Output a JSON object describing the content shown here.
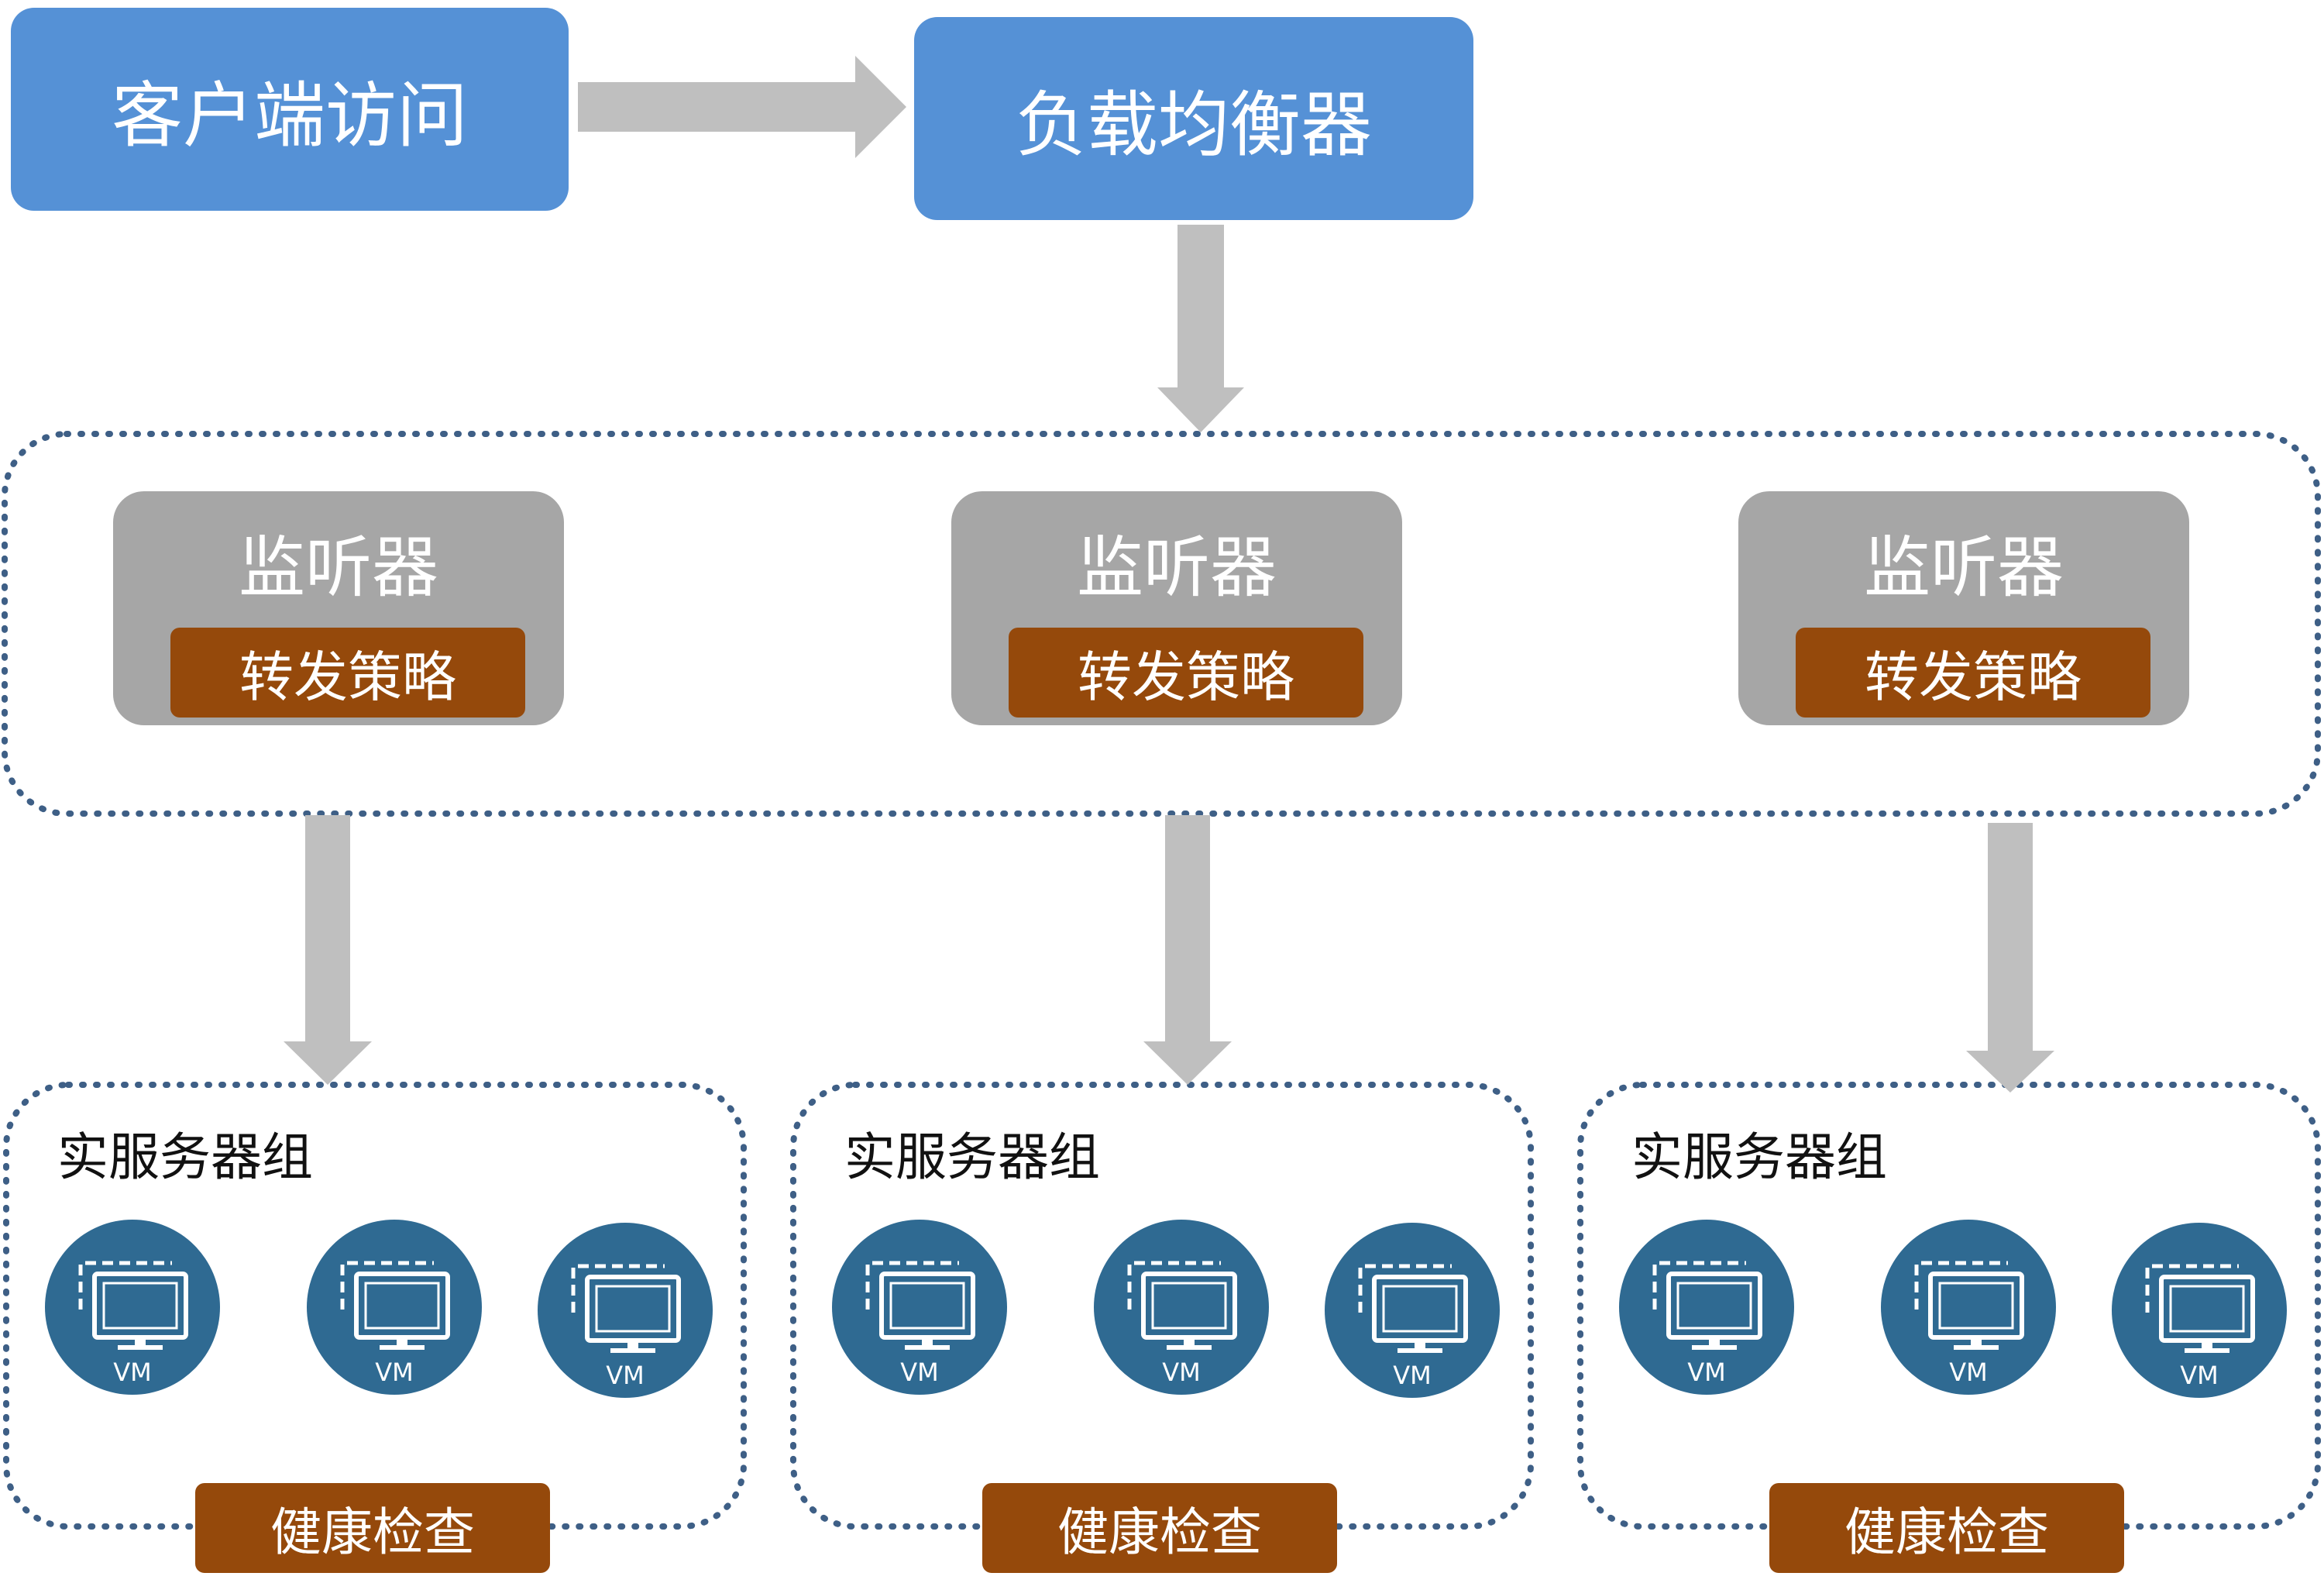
{
  "client": {
    "label": "客户端访问"
  },
  "load_balancer": {
    "label": "负载均衡器"
  },
  "listeners": [
    {
      "title": "监听器",
      "policy": "转发策略"
    },
    {
      "title": "监听器",
      "policy": "转发策略"
    },
    {
      "title": "监听器",
      "policy": "转发策略"
    }
  ],
  "server_groups": [
    {
      "title": "实服务器组",
      "health_check": "健康检查",
      "vms": [
        "VM",
        "VM",
        "VM"
      ]
    },
    {
      "title": "实服务器组",
      "health_check": "健康检查",
      "vms": [
        "VM",
        "VM",
        "VM"
      ]
    },
    {
      "title": "实服务器组",
      "health_check": "健康检查",
      "vms": [
        "VM",
        "VM",
        "VM"
      ]
    }
  ],
  "colors": {
    "blue_box": "#5591d6",
    "listener_box": "#a6a6a6",
    "brown_label": "#95490b",
    "arrow": "#bfbfbf",
    "dotted_border": "#3e5f86",
    "vm_circle": "#2f6a92"
  },
  "icons": {
    "vm": "monitor-icon"
  }
}
